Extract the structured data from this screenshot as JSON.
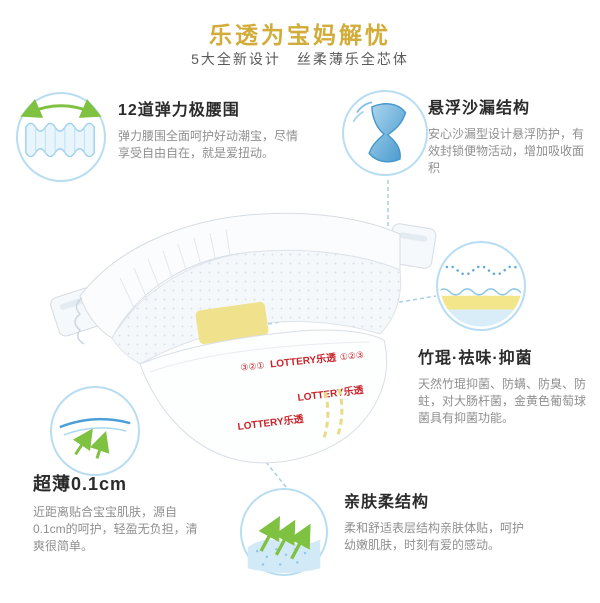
{
  "header": {
    "title": "乐透为宝妈解忧",
    "subtitle": "5大全新设计　丝柔薄乐全芯体"
  },
  "features": [
    {
      "title": "12道弹力极腰围",
      "description": "弹力腰围全面呵护好动潮宝，尽情享受自由自在，就是爱扭动。",
      "icon": "elastic-waistband-icon"
    },
    {
      "title": "悬浮沙漏结构",
      "description": "安心沙漏型设计悬浮防护，有效封锁便物活动，增加吸收面积",
      "icon": "hourglass-icon"
    },
    {
      "title": "竹琨·祛味·抑菌",
      "description": "天然竹琨抑菌、防螨、防臭、防蛀，对大肠杆菌，金黄色葡萄球菌具有抑菌功能。",
      "icon": "absorbent-layers-icon"
    },
    {
      "title": "超薄0.1cm",
      "description": "近距离贴合宝宝肌肤，源自0.1cm的呵护，轻盈无负担，清爽很简单。",
      "icon": "thin-layer-icon"
    },
    {
      "title": "亲肤柔结构",
      "description": "柔和舒适表层结构亲肤体贴，呵护幼嫩肌肤，时刻有爱的感动。",
      "icon": "soft-surface-icon"
    }
  ],
  "product": {
    "brand": "LOTTERY乐透",
    "badges_left": "③②①",
    "badges_right": "①②③"
  },
  "colors": {
    "accent_gold": "#d2ac38",
    "accent_green": "#7fc241",
    "accent_blue": "#54a8d8",
    "brand_red": "#c8242b",
    "core_yellow": "#f0e28c"
  }
}
